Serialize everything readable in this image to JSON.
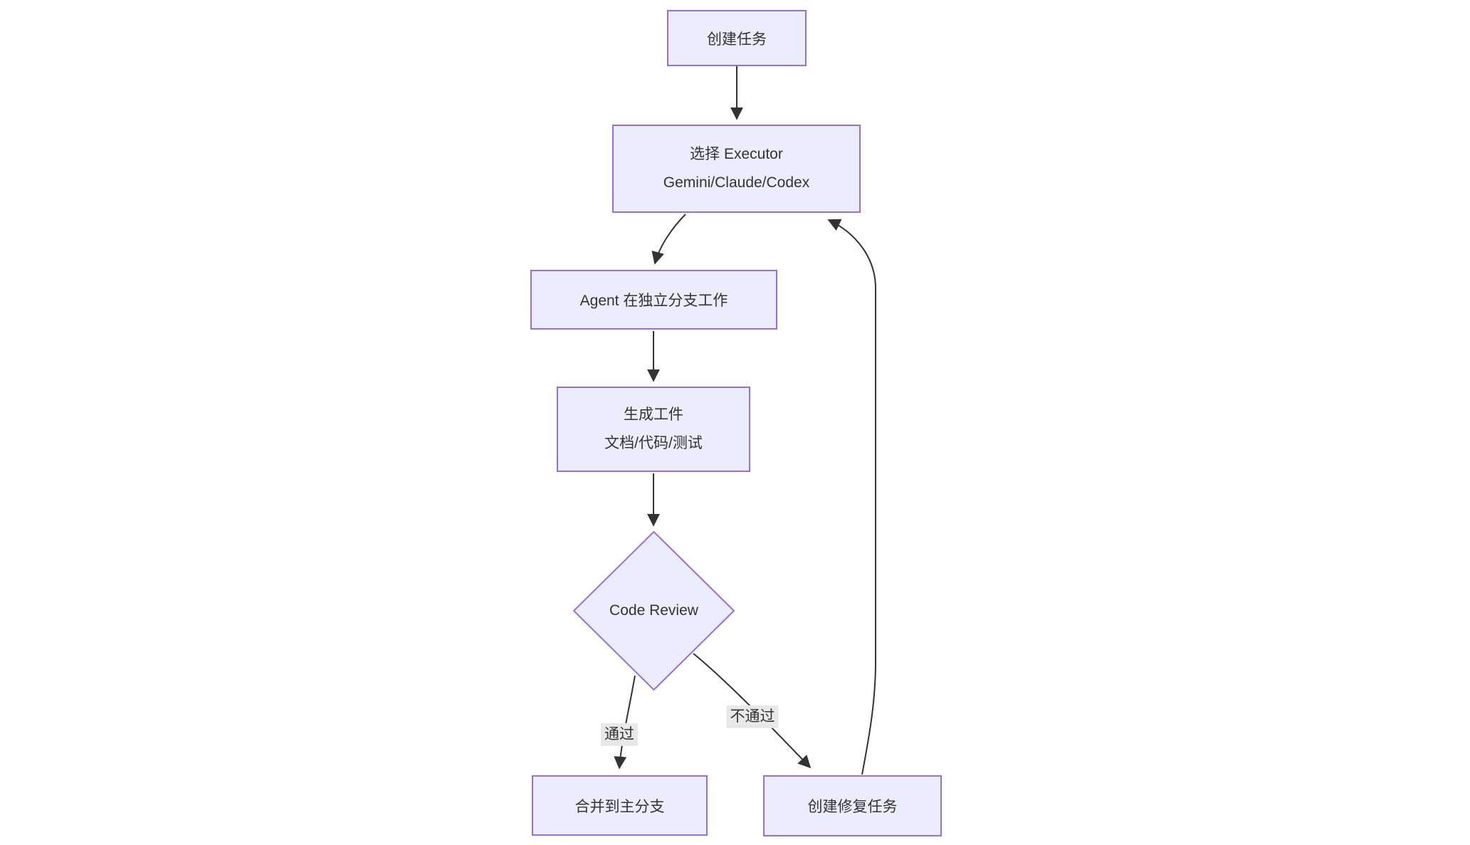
{
  "diagram": {
    "background": "#ffffff",
    "node_fill": "#ECECFF",
    "node_border": "#9370DB",
    "edge_color": "#333333",
    "text_color": "#333333",
    "edge_label_bg": "#e8e8e8"
  },
  "nodes": {
    "create_task": {
      "label": "创建任务"
    },
    "select_executor": {
      "line1": "选择 Executor",
      "line2": "Gemini/Claude/Codex"
    },
    "agent_branch": {
      "label": "Agent 在独立分支工作"
    },
    "artifacts": {
      "line1": "生成工件",
      "line2": "文档/代码/测试"
    },
    "code_review": {
      "label": "Code Review"
    },
    "merge_main": {
      "label": "合并到主分支"
    },
    "fix_task": {
      "label": "创建修复任务"
    }
  },
  "edge_labels": {
    "pass": "通过",
    "fail": "不通过"
  }
}
